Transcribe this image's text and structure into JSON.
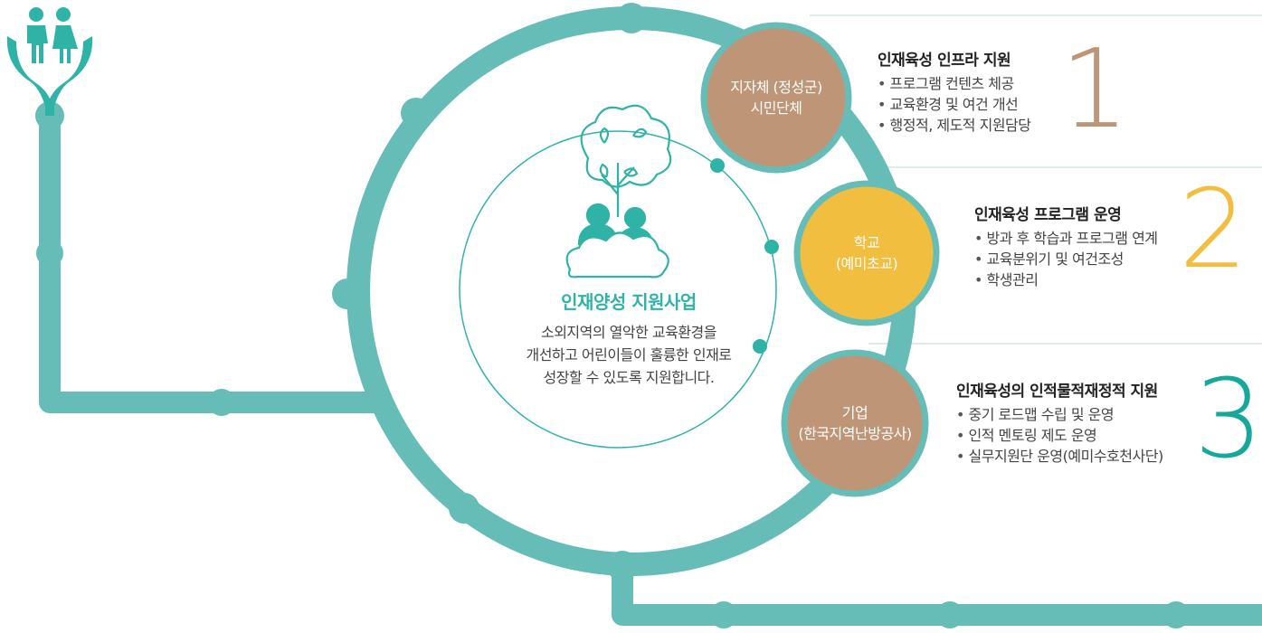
{
  "colors": {
    "teal": "#66bdb8",
    "teal_dark": "#2fb3a6",
    "brown": "#bf9577",
    "yellow": "#f2be3f",
    "line": "#cfe6e4"
  },
  "center": {
    "title": "인재양성 지원사업",
    "desc_lines": [
      "소외지역의 열악한 교육환경을",
      "개선하고 어린이들이 훌륭한 인재로",
      "성장할 수 있도록 지원합니다."
    ]
  },
  "nodes": [
    {
      "lines": [
        "지자체 (정성군)",
        "시민단체"
      ],
      "color": "brown"
    },
    {
      "lines": [
        "학교",
        "(예미초교)"
      ],
      "color": "yellow"
    },
    {
      "lines": [
        "기업",
        "(한국지역난방공사)"
      ],
      "color": "brown"
    }
  ],
  "sections": [
    {
      "number": "1",
      "title": "인재육성 인프라 지원",
      "items": [
        "프로그램 컨텐츠 체공",
        "교육환경 및 여건 개선",
        "행정적, 제도적 지원담당"
      ]
    },
    {
      "number": "2",
      "title": "인재육성 프로그램 운영",
      "items": [
        "방과 후 학습과 프로그램 연계",
        "교육분위기 및 여건조성",
        "학생관리"
      ]
    },
    {
      "number": "3",
      "title": "인재육성의 인적물적재정적 지원",
      "items": [
        "중기 로드맵 수립 및 운영",
        "인적 멘토링 제도 운영",
        "실무지원단 운영(예미수호천사단)"
      ]
    }
  ],
  "icons": [
    "family-hands-icon",
    "tree-children-icon"
  ]
}
